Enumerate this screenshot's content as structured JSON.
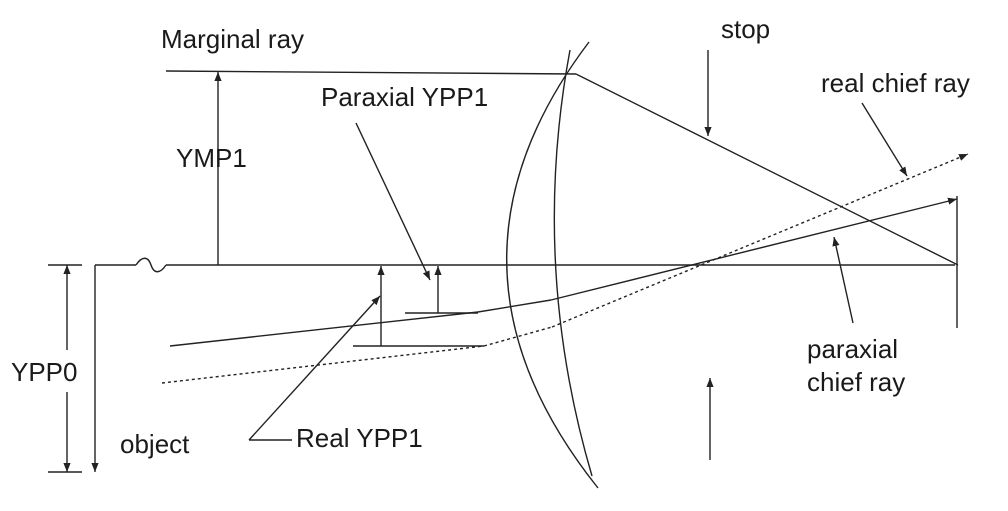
{
  "labels": {
    "marginal_ray": "Marginal ray",
    "stop": "stop",
    "paraxial_ypp1": "Paraxial YPP1",
    "real_chief_ray": "real chief ray",
    "ymp1": "YMP1",
    "ypp0": "YPP0",
    "object": "object",
    "real_ypp1": "Real YPP1",
    "paraxial_chief_ray_line1": "paraxial",
    "paraxial_chief_ray_line2": "chief ray"
  },
  "colors": {
    "line": "#222222",
    "text": "#1a1a1a",
    "background": "#ffffff"
  }
}
